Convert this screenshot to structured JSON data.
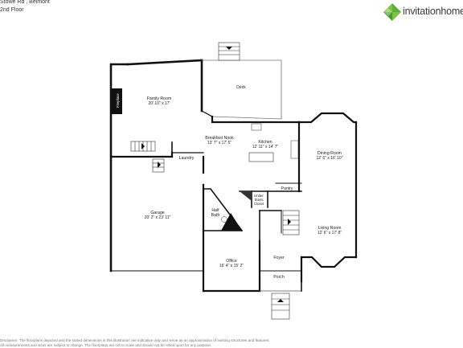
{
  "header": {
    "address_line1": "Stowe Rd , Belmont",
    "address_line2": "2nd Floor",
    "brand_name": "invitationhomes",
    "logo_colors": [
      "#7dc242",
      "#4a9a32",
      "#2e7d32"
    ]
  },
  "rooms": {
    "family_room": {
      "name": "Family Room",
      "dims": "20' 10\" x 17'"
    },
    "fireplace": {
      "name": "Fireplace"
    },
    "deck": {
      "name": "Deck"
    },
    "breakfast_nook": {
      "name": "Breakfast Nook",
      "dims": "13' 7\" x 17' 5\""
    },
    "kitchen": {
      "name": "Kitchen",
      "dims": "12' 11\" x 14' 7\""
    },
    "laundry": {
      "name": "Laundry"
    },
    "dining_room": {
      "name": "Dining Room",
      "dims": "12' 6\" x 16' 10\""
    },
    "pantry": {
      "name": "Pantry"
    },
    "under_stairs_closet": {
      "line1": "Under",
      "line2": "Stairs",
      "line3": "Closet"
    },
    "garage": {
      "name": "Garage",
      "dims": "20' 2\" x 23' 11\""
    },
    "half_bath": {
      "line1": "Half",
      "line2": "Bath"
    },
    "living_room": {
      "name": "Living Room",
      "dims": "12' 6\" x 17' 8\""
    },
    "office": {
      "name": "Office",
      "dims": "16' 4\" x 15' 2\""
    },
    "foyer": {
      "name": "Foyer"
    },
    "porch": {
      "name": "Porch"
    }
  },
  "footer": {
    "disclaimer_line1": "Disclaimer: The floorplans depicted and the stated dimensions in this illustration are indicative only and serve as an approximation of existing structures and features.",
    "disclaimer_line2": "All measurements and sizes are subject to change. The floorplans are not to scale and should not be relied upon for any purpose."
  }
}
